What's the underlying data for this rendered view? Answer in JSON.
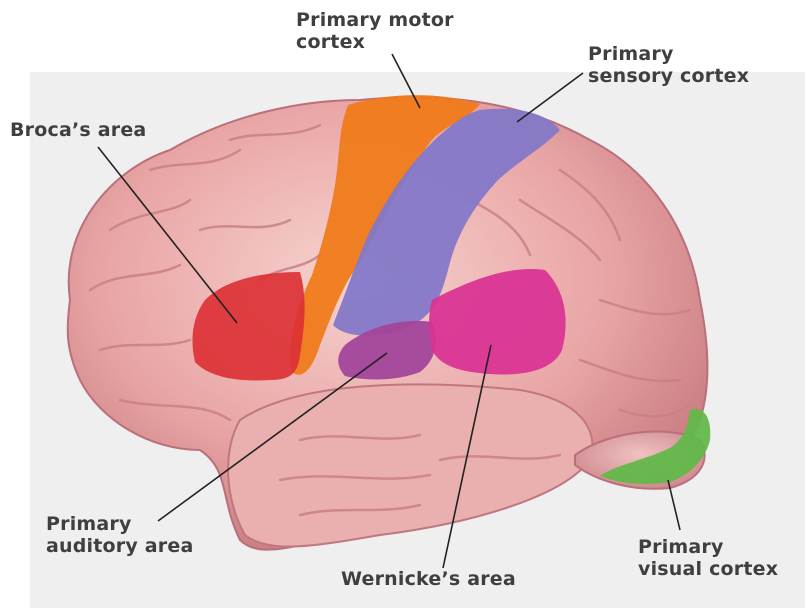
{
  "labels": {
    "primary_motor_cortex": "Primary motor\ncortex",
    "primary_sensory_cortex": "Primary\nsensory cortex",
    "brocas_area": "Broca’s area",
    "primary_auditory_area": "Primary\nauditory area",
    "wernickes_area": "Wernicke’s area",
    "primary_visual_cortex": "Primary\nvisual cortex"
  },
  "colors": {
    "brain_base": "#e9a5a5",
    "brain_fold": "#c97d80",
    "motor": "#f07a18",
    "sensory": "#8478c8",
    "broca": "#dc2f33",
    "auditory": "#a2459a",
    "wernicke": "#d93193",
    "visual": "#62b84a",
    "label_text": "#3f3f3f",
    "background_panel": "#efefef"
  }
}
